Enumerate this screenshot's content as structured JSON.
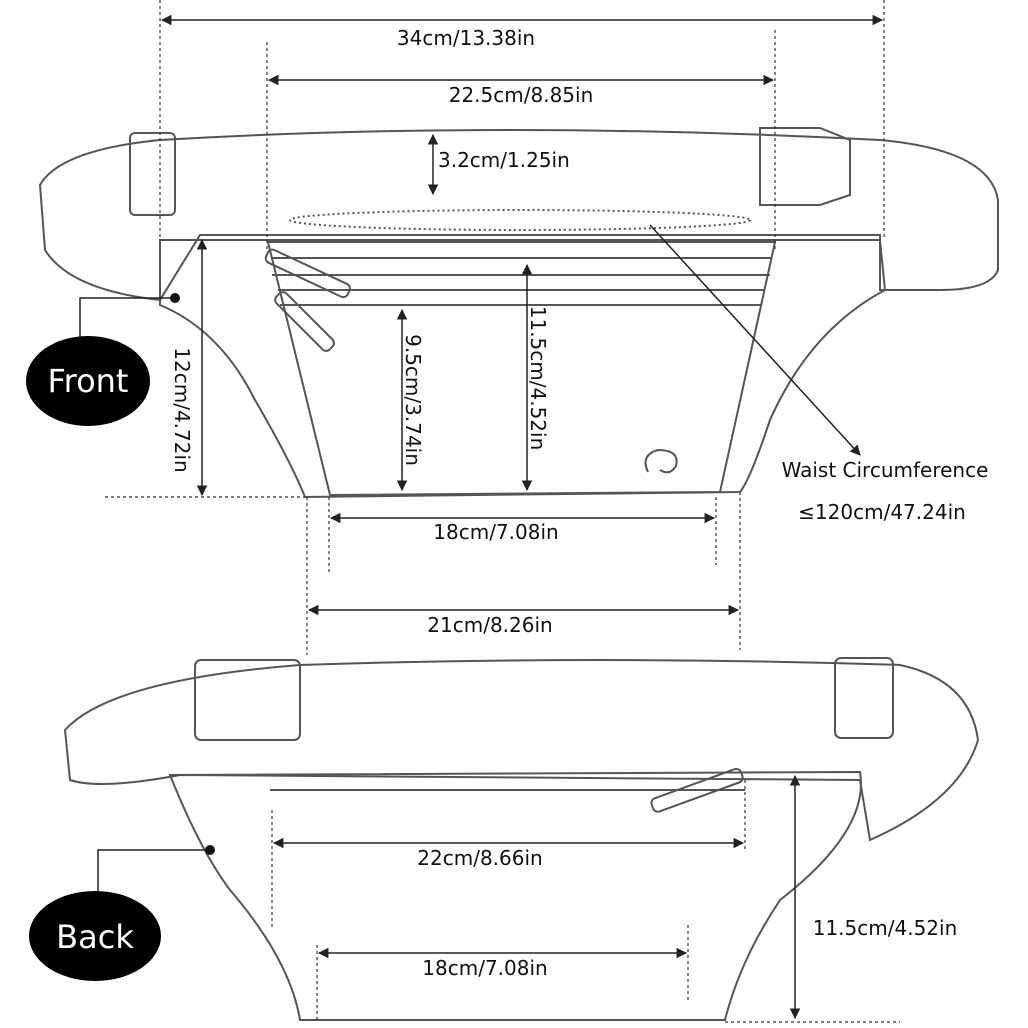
{
  "front": {
    "tag": "Front",
    "dimensions": {
      "overall_width": "34cm/13.38in",
      "zip_width": "22.5cm/8.85in",
      "strap_width": "3.2cm/1.25in",
      "inner_pocket_height": "9.5cm/3.74in",
      "pocket_height": "11.5cm/4.52in",
      "side_height": "12cm/4.72in",
      "bottom_inner_width": "18cm/7.08in",
      "bottom_width": "21cm/8.26in"
    },
    "waist_label": "Waist Circumference",
    "waist_value": "≤120cm/47.24in"
  },
  "back": {
    "tag": "Back",
    "dimensions": {
      "top_width": "22cm/8.66in",
      "bottom_width": "18cm/7.08in",
      "height": "11.5cm/4.52in"
    }
  },
  "colors": {
    "line": "#555555",
    "tag_bg": "#000000",
    "tag_text": "#ffffff"
  }
}
